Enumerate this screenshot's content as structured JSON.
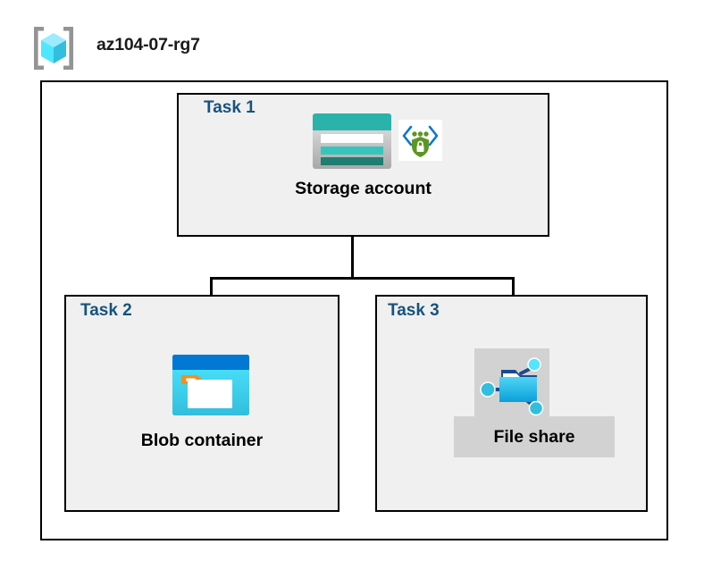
{
  "header": {
    "resource_group_name": "az104-07-rg7",
    "icon": "azure-resource-group-icon"
  },
  "diagram": {
    "type": "azure-architecture-diagram",
    "container_label": "az104-07-rg7",
    "colors": {
      "task_label": "#16537e",
      "node_label": "#000000",
      "box_fill": "#f0f0f0",
      "box_border": "#000000",
      "outer_border": "#000000",
      "highlight_backdrop": "#d2d2d2",
      "storage_teal": "#2bb3ab",
      "storage_teal_dark": "#207d72",
      "blob_blue": "#0078d4",
      "blob_cyan": "#32bedd",
      "blob_orange": "#f78d1e",
      "fileshare_blue": "#32bedd",
      "fileshare_node": "#50e6ff",
      "shield_green": "#5e9624",
      "chevron_blue": "#0078d4",
      "rg_cube_cyan": "#50e6ff",
      "rg_bracket_gray": "#949494"
    },
    "tasks": [
      {
        "id": "task1",
        "label": "Task 1",
        "node_label": "Storage account",
        "icons": [
          "storage-account-icon",
          "secure-endpoint-icon"
        ]
      },
      {
        "id": "task2",
        "label": "Task 2",
        "node_label": "Blob container",
        "icons": [
          "blob-container-icon"
        ]
      },
      {
        "id": "task3",
        "label": "Task 3",
        "node_label": "File share",
        "icons": [
          "file-share-icon"
        ],
        "highlighted": true
      }
    ],
    "connections": [
      {
        "from": "task1",
        "to": "task2"
      },
      {
        "from": "task1",
        "to": "task3"
      }
    ]
  }
}
